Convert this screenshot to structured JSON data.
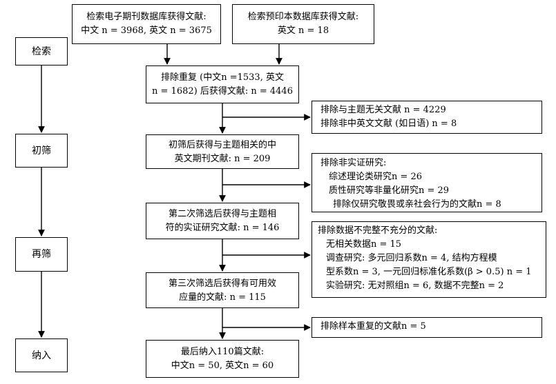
{
  "stages": [
    "检索",
    "初筛",
    "再筛",
    "纳入"
  ],
  "boxes": {
    "search_journal": [
      "检索电子期刊数据库获得文献:",
      "中文 n = 3968, 英文 n = 3675"
    ],
    "search_preprint": [
      "检索预印本数据库获得文献:",
      "英文 n = 18"
    ],
    "dedup": [
      "排除重复 (中文n =1533, 英文",
      "n = 1682) 后获得文献: n = 4446"
    ],
    "excl1": [
      "排除与主题无关文献 n = 4229",
      "排除非中英文文献 (如日语) n = 8"
    ],
    "screen1": [
      "初筛后获得与主题相关的中",
      "英文期刊文献: n = 209"
    ],
    "excl2": [
      "排除非实证研究:",
      "综述理论类研究n = 26",
      "质性研究等非量化研究n = 29",
      "排除仅研究敬畏或亲社会行为的文献n = 8"
    ],
    "screen2": [
      "第二次筛选后获得与主题相",
      "符的实证研究文献: n = 146"
    ],
    "excl3": [
      "排除数据不完整不充分的文献:",
      "无相关数据n = 15",
      "调查研究: 多元回归系数n = 4, 结构方程模",
      "型系数n = 3, 一元回归标准化系数(β > 0.5) n = 1",
      "实验研究: 无对照组n = 6, 数据不完整n = 2"
    ],
    "screen3": [
      "第三次筛选后获得有可用效",
      "应量的文献: n = 115"
    ],
    "excl4": [
      "排除样本重复的文献n = 5"
    ],
    "final": [
      "最后纳入110篇文献:",
      "中文n = 50, 英文n = 60"
    ]
  }
}
